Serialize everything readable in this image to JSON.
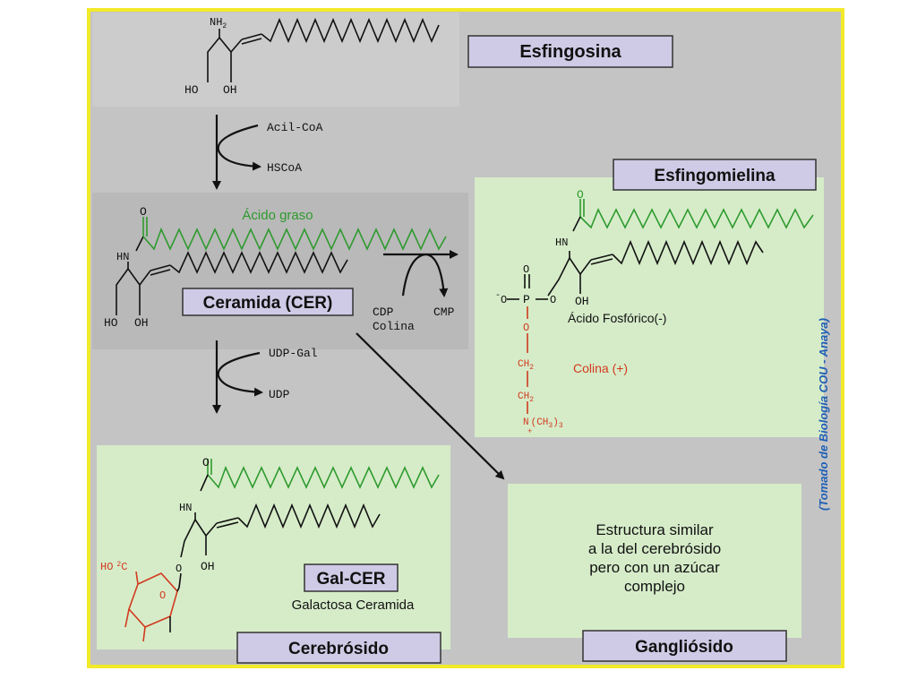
{
  "colors": {
    "frame": "#f2ea2a",
    "background": "#c4c4c4",
    "panel_green": "#d6ecc9",
    "label_box": "#cfcbe6",
    "chain_green": "#2e9a2e",
    "colina_red": "#d23a1e",
    "credit_blue": "#1f5fb4",
    "text": "#111111"
  },
  "labels": {
    "esfingosina": "Esfingosina",
    "esfingomielina": "Esfingomielina",
    "ceramida": "Ceramida (CER)",
    "gal_cer": "Gal-CER",
    "galactosa_ceramida": "Galactosa Ceramida",
    "cerebrosido": "Cerebrósido",
    "gangliosido": "Gangliósido",
    "acido_graso": "Ácido graso",
    "acido_fosforico": "Ácido Fosfórico(-)",
    "colina": "Colina (+)",
    "gangliosido_note": [
      "Estructura similar",
      "a la del cerebrósido",
      "pero con un azúcar",
      "complejo"
    ],
    "credit": "(Tomado de Biología COU - Anaya)"
  },
  "reagents": {
    "acil_coa": "Acil-CoA",
    "hscoa": "HSCoA",
    "cdp": "CDP",
    "colina": "Colina",
    "cmp": "CMP",
    "udp_gal": "UDP-Gal",
    "udp": "UDP"
  },
  "atoms": {
    "nh2": "NH",
    "nh2_sub": "2",
    "nh": "HN",
    "ho": "HO",
    "oh": "OH",
    "o": "O",
    "o_minus": "O",
    "minus": "-",
    "p": "P",
    "ch2": "CH",
    "ch2_sub": "2",
    "n": "N",
    "ch3": "(CH",
    "ch3_sub": "3",
    "ch3_close": ")",
    "ch3_count": "3",
    "plus": "+",
    "hoch2": "HO",
    "hoch2_c": "C",
    "hoch2_sub": "2"
  }
}
